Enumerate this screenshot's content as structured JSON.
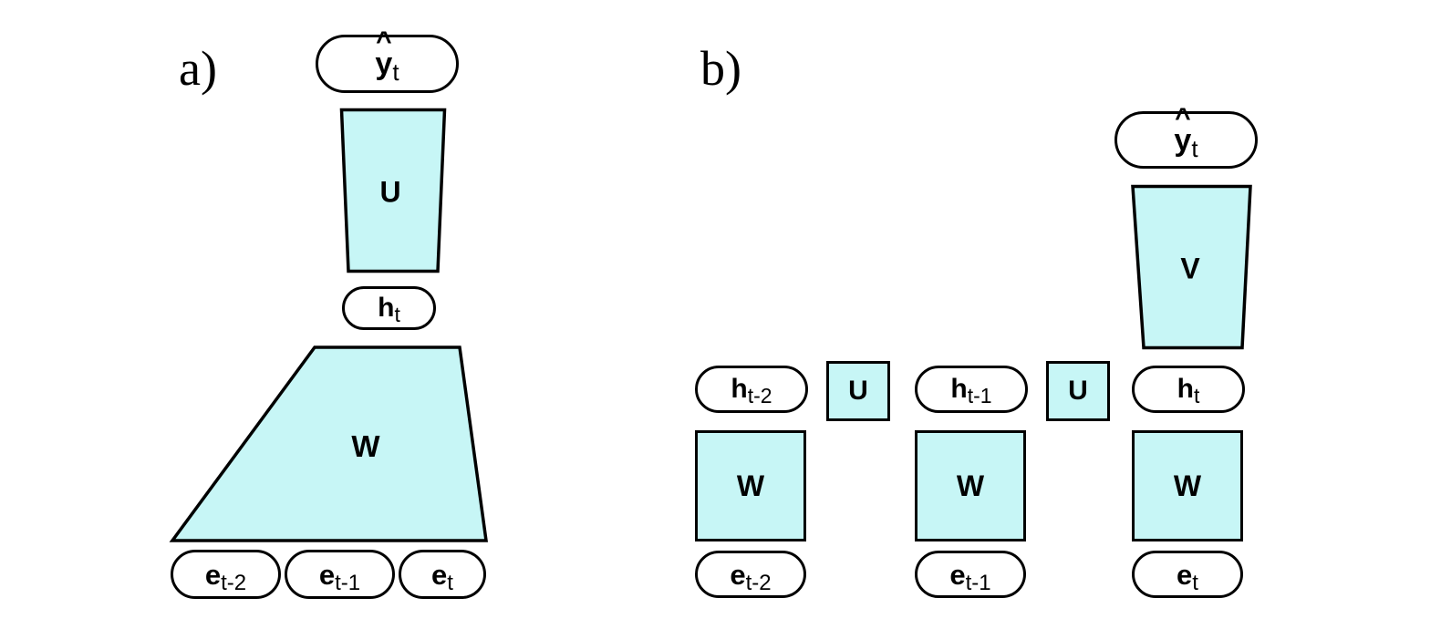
{
  "figure": {
    "background_color": "#ffffff",
    "accent_color": "#c7f6f6",
    "stroke_color": "#000000"
  },
  "panels": [
    {
      "id": "a",
      "label": "a)",
      "description": "Unrolled-as-one-block recurrent network: embeddings feed a single wide W trapezoid producing h_t, then U projects to y-hat_t",
      "nodes": {
        "output": {
          "base": "y",
          "hat": "^",
          "sub": "t"
        },
        "hidden": {
          "base": "h",
          "hat": "",
          "sub": "t"
        },
        "inputs": [
          {
            "base": "e",
            "hat": "",
            "sub": "t-2"
          },
          {
            "base": "e",
            "hat": "",
            "sub": "t-1"
          },
          {
            "base": "e",
            "hat": "",
            "sub": "t"
          }
        ]
      },
      "matrices": {
        "output_weight": "U",
        "recurrent_weight": "W"
      }
    },
    {
      "id": "b",
      "label": "b)",
      "description": "Time-step unrolled recurrent network: three W blocks over e_t-2, e_t-1, e_t with U transitions between hidden states and V producing y-hat_t",
      "hidden_states": [
        {
          "base": "h",
          "hat": "",
          "sub": "t-2"
        },
        {
          "base": "h",
          "hat": "",
          "sub": "t-1"
        },
        {
          "base": "h",
          "hat": "",
          "sub": "t"
        }
      ],
      "inputs": [
        {
          "base": "e",
          "hat": "",
          "sub": "t-2"
        },
        {
          "base": "e",
          "hat": "",
          "sub": "t-1"
        },
        {
          "base": "e",
          "hat": "",
          "sub": "t"
        }
      ],
      "recurrent_weights": [
        "W",
        "W",
        "W"
      ],
      "transition_weights": [
        "U",
        "U"
      ],
      "output_weight": "V",
      "output_node": {
        "base": "y",
        "hat": "^",
        "sub": "t"
      }
    }
  ]
}
